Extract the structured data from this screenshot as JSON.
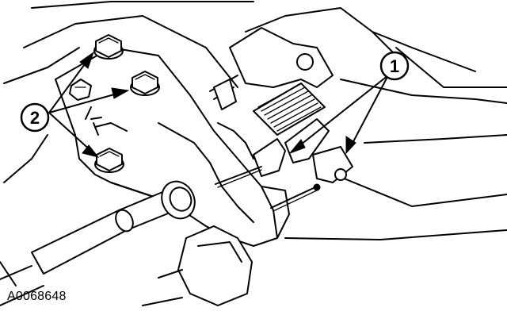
{
  "figure": {
    "id_label": "A0068648",
    "ink_color": "#000000",
    "background_color": "#ffffff"
  },
  "callouts": [
    {
      "number": "1",
      "targets": 2
    },
    {
      "number": "2",
      "targets": 3
    }
  ]
}
